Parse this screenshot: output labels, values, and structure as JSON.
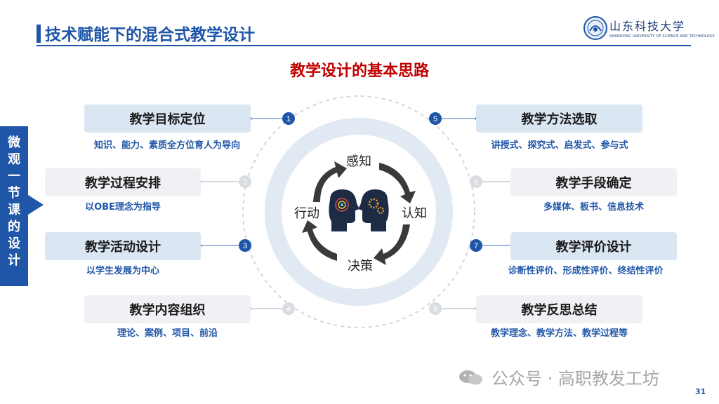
{
  "header": {
    "title": "技术赋能下的混合式教学设计",
    "logo_text": "山东科技大学",
    "logo_subtext": "SHANDONG UNIVERSITY OF SCIENCE AND TECHNOLOGY"
  },
  "subtitle": "教学设计的基本思路",
  "side_tab": {
    "chars": [
      "微",
      "观",
      "一",
      "节",
      "课",
      "的",
      "设",
      "计"
    ]
  },
  "left_items": [
    {
      "num": "1",
      "title": "教学目标定位",
      "desc": "知识、能力、素质全方位育人为导向"
    },
    {
      "num": "2",
      "title": "教学过程安排",
      "desc": "以OBE理念为指导"
    },
    {
      "num": "3",
      "title": "教学活动设计",
      "desc": "以学生发展为中心"
    },
    {
      "num": "4",
      "title": "教学内容组织",
      "desc": "理论、案例、项目、前沿"
    }
  ],
  "right_items": [
    {
      "num": "5",
      "title": "教学方法选取",
      "desc": "讲授式、探究式、启发式、参与式"
    },
    {
      "num": "6",
      "title": "教学手段确定",
      "desc": "多媒体、板书、信息技术"
    },
    {
      "num": "7",
      "title": "教学评价设计",
      "desc": "诊断性评价、形成性评价、终结性评价"
    },
    {
      "num": "8",
      "title": "教学反思总结",
      "desc": "教学理念、教学方法、教学过程等"
    }
  ],
  "cycle": {
    "top": "感知",
    "right": "认知",
    "bottom": "决策",
    "left": "行动"
  },
  "watermark": "公众号 · 高职教发工坊",
  "page_number": "31",
  "colors": {
    "primary": "#1f56a8",
    "accent_red": "#c00000",
    "box_blue": "#dbe6f3",
    "box_gray": "#eff1f4"
  }
}
